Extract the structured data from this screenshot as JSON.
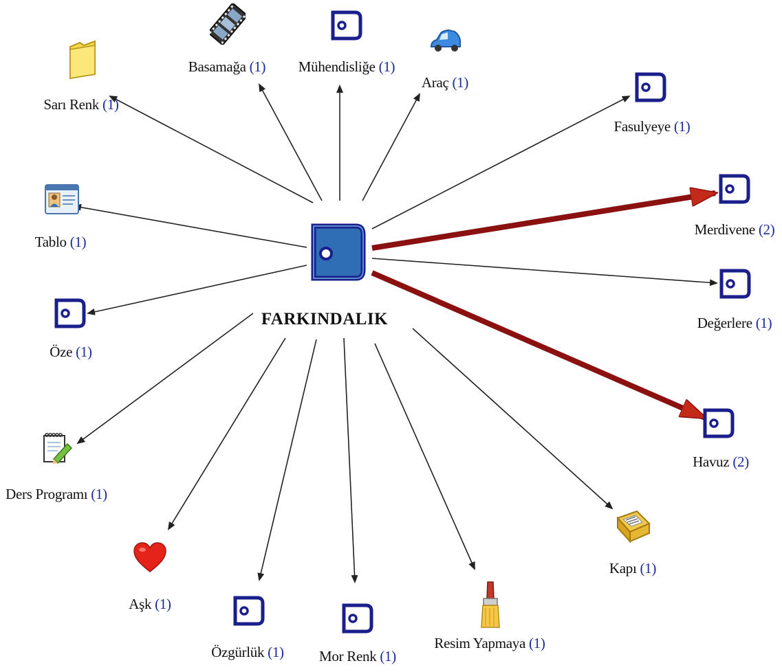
{
  "center": {
    "label": "FARKINDALIK",
    "icon": "code-tag-icon"
  },
  "colors": {
    "thin_edge": "#222222",
    "thick_edge": "#8b1010",
    "tag_stroke": "#1a1f8c",
    "tag_fill_center": "#2f6db5"
  },
  "nodes": [
    {
      "id": "sari-renk",
      "name": "Sarı Renk",
      "count": "(1)",
      "icon": "folder-icon",
      "weight": 1
    },
    {
      "id": "basamaga",
      "name": "Basamağa",
      "count": "(1)",
      "icon": "film-icon",
      "weight": 1
    },
    {
      "id": "muhendislige",
      "name": "Mühendisliğe",
      "count": "(1)",
      "icon": "code-tag-icon",
      "weight": 1
    },
    {
      "id": "arac",
      "name": "Araç",
      "count": "(1)",
      "icon": "car-icon",
      "weight": 1
    },
    {
      "id": "fasulyeye",
      "name": "Fasulyeye",
      "count": "(1)",
      "icon": "code-tag-icon",
      "weight": 1
    },
    {
      "id": "merdivene",
      "name": "Merdivene",
      "count": "(2)",
      "icon": "code-tag-icon",
      "weight": 2
    },
    {
      "id": "degerlere",
      "name": "Değerlere",
      "count": "(1)",
      "icon": "code-tag-icon",
      "weight": 1
    },
    {
      "id": "havuz",
      "name": "Havuz",
      "count": "(2)",
      "icon": "code-tag-icon",
      "weight": 2
    },
    {
      "id": "kapi",
      "name": "Kapı",
      "count": "(1)",
      "icon": "inbox-tray-icon",
      "weight": 1
    },
    {
      "id": "resim-yapmaya",
      "name": "Resim Yapmaya",
      "count": "(1)",
      "icon": "paintbrush-icon",
      "weight": 1
    },
    {
      "id": "mor-renk",
      "name": "Mor Renk",
      "count": "(1)",
      "icon": "code-tag-icon",
      "weight": 1
    },
    {
      "id": "ozgurluk",
      "name": "Özgürlük",
      "count": "(1)",
      "icon": "code-tag-icon",
      "weight": 1
    },
    {
      "id": "ask",
      "name": "Aşk",
      "count": "(1)",
      "icon": "heart-icon",
      "weight": 1
    },
    {
      "id": "ders-programi",
      "name": "Ders Programı",
      "count": "(1)",
      "icon": "notepad-pencil-icon",
      "weight": 1
    },
    {
      "id": "oze",
      "name": "Öze",
      "count": "(1)",
      "icon": "code-tag-icon",
      "weight": 1
    },
    {
      "id": "tablo",
      "name": "Tablo",
      "count": "(1)",
      "icon": "id-card-icon",
      "weight": 1
    }
  ]
}
